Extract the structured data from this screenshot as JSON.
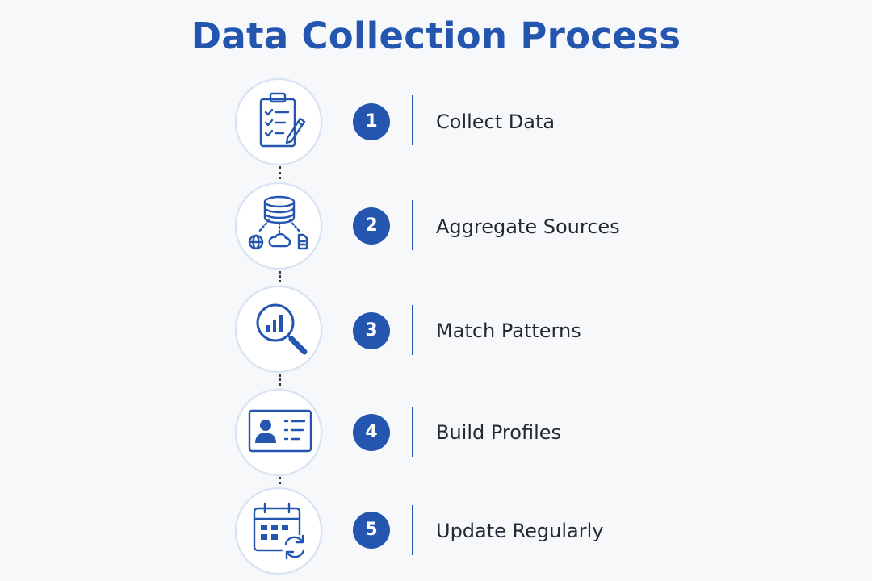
{
  "title": "Data Collection Process",
  "colors": {
    "accent": "#2456b0",
    "text": "#232a36",
    "background": "#f7f8fa"
  },
  "steps": [
    {
      "number": "1",
      "label": "Collect Data",
      "icon": "clipboard-checklist-pencil-icon"
    },
    {
      "number": "2",
      "label": "Aggregate Sources",
      "icon": "database-globe-cloud-document-icon"
    },
    {
      "number": "3",
      "label": "Match Patterns",
      "icon": "magnifier-bar-chart-icon"
    },
    {
      "number": "4",
      "label": "Build Profiles",
      "icon": "profile-id-card-icon"
    },
    {
      "number": "5",
      "label": "Update Regularly",
      "icon": "calendar-refresh-icon"
    }
  ]
}
